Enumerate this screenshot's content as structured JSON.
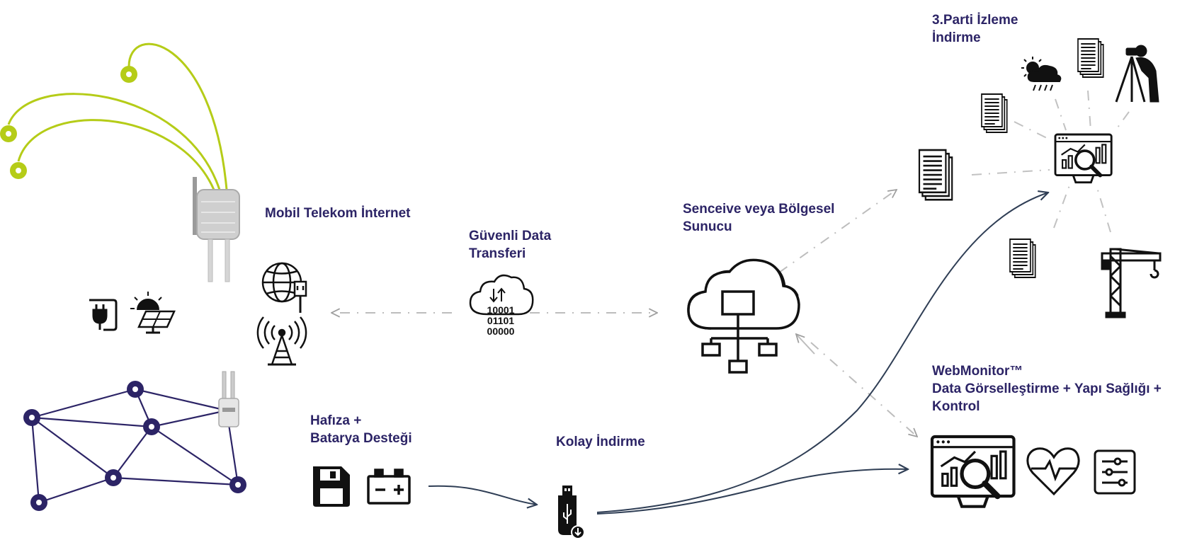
{
  "colors": {
    "label": "#2c2466",
    "sensor_line": "#b5cc18",
    "mesh": "#2c2466",
    "icon": "#111111",
    "dash": "#bdbdbd",
    "arrow": "#2f3e55"
  },
  "labels": {
    "third_party": {
      "line1": "3.Parti İzleme",
      "line2": "İndirme"
    },
    "mobile": "Mobil Telekom İnternet",
    "secure": {
      "line1": "Güvenli Data",
      "line2": "Transferi"
    },
    "server": {
      "line1": "Senceive veya Bölgesel",
      "line2": "Sunucu"
    },
    "webmonitor": {
      "line1": "WebMonitor™",
      "line2": "Data Görselleştirme + Yapı Sağlığı +",
      "line3": "Kontrol"
    },
    "memory": {
      "line1": "Hafıza +",
      "line2": "Batarya Desteği"
    },
    "easy": "Kolay İndirme"
  },
  "binary": {
    "row1": "10001",
    "row2": "01101",
    "row3": "00000"
  },
  "icons": [
    "gateway-device-icon",
    "power-plug-icon",
    "solar-panel-icon",
    "globe-ethernet-icon",
    "radio-tower-icon",
    "cloud-transfer-icon",
    "cloud-server-icon",
    "document-stack-icon",
    "weather-icon",
    "surveyor-icon",
    "crane-icon",
    "monitor-analytics-icon",
    "heartbeat-icon",
    "control-panel-icon",
    "floppy-disk-icon",
    "battery-icon",
    "usb-drive-icon"
  ]
}
